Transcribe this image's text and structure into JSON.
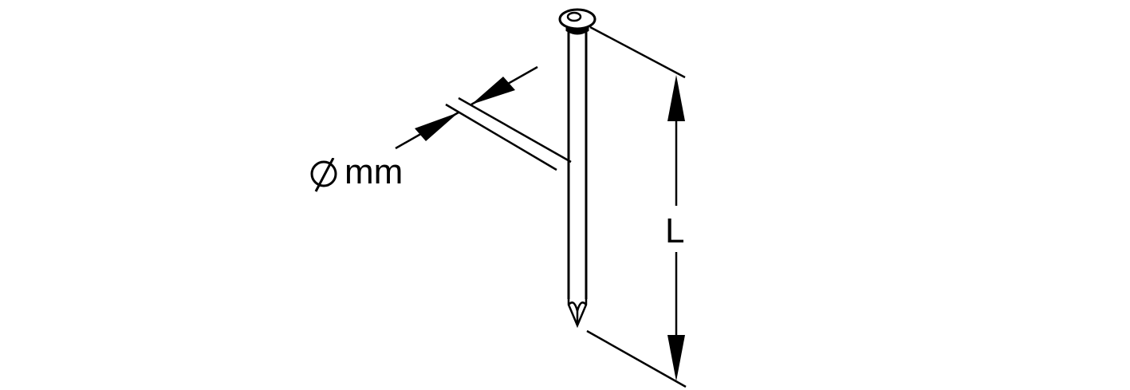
{
  "diagram": {
    "subject": "nail",
    "labels": {
      "diameter_unit": "mm",
      "diameter_symbol": "⌀",
      "length": "L"
    },
    "colors": {
      "stroke": "#000000",
      "background": "#ffffff"
    }
  }
}
